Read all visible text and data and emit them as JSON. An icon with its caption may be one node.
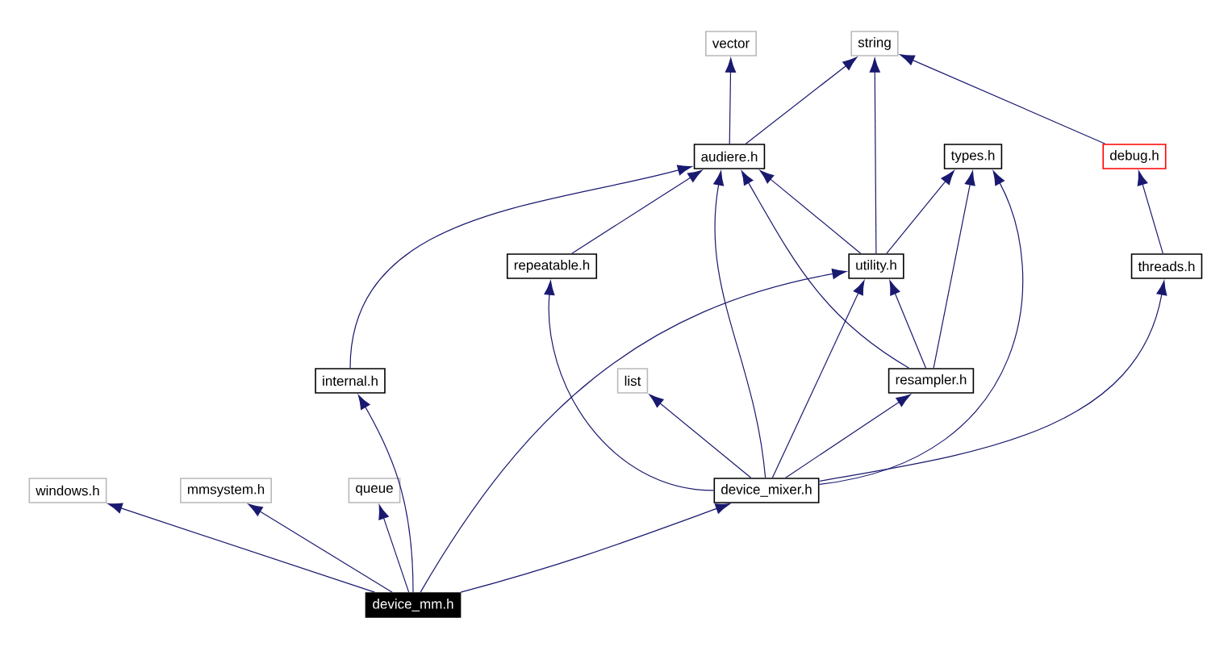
{
  "diagram": {
    "nodes": [
      {
        "text": [
          "vector"
        ]
      },
      {
        "text": [
          "string"
        ]
      },
      {
        "text": [
          "audiere.h"
        ]
      },
      {
        "text": [
          "types.h"
        ]
      },
      {
        "text": [
          "debug.h"
        ]
      },
      {
        "text": [
          "repeatable.h"
        ]
      },
      {
        "text": [
          "utility.h"
        ]
      },
      {
        "text": [
          "threads.h"
        ]
      },
      {
        "text": [
          "internal.h"
        ]
      },
      {
        "text": [
          "list"
        ]
      },
      {
        "text": [
          "resampler.h"
        ]
      },
      {
        "text": [
          "windows.h"
        ]
      },
      {
        "text": [
          "mmsystem.h"
        ]
      },
      {
        "text": [
          "queue"
        ]
      },
      {
        "text": [
          "device_mixer.h"
        ]
      },
      {
        "text": [
          "device_mm.h"
        ]
      }
    ],
    "edges": [
      {
        "from": 2,
        "to": 0,
        "arrow": "to"
      },
      {
        "from": 2,
        "to": 1,
        "arrow": "to"
      },
      {
        "from": 6,
        "to": 1,
        "arrow": "to"
      },
      {
        "from": 4,
        "to": 1,
        "arrow": "to"
      },
      {
        "from": 5,
        "to": 2,
        "arrow": "to"
      },
      {
        "from": 6,
        "to": 2,
        "arrow": "to"
      },
      {
        "from": 8,
        "to": 2,
        "arrow": "to"
      },
      {
        "from": 14,
        "to": 2,
        "arrow": "to"
      },
      {
        "from": 10,
        "to": 2,
        "arrow": "to"
      },
      {
        "from": 6,
        "to": 3,
        "arrow": "to"
      },
      {
        "from": 10,
        "to": 3,
        "arrow": "to"
      },
      {
        "from": 14,
        "to": 3,
        "arrow": "to"
      },
      {
        "from": 7,
        "to": 4,
        "arrow": "to"
      },
      {
        "from": 15,
        "to": 6,
        "arrow": "to"
      },
      {
        "from": 14,
        "to": 6,
        "arrow": "to"
      },
      {
        "from": 10,
        "to": 6,
        "arrow": "to"
      },
      {
        "from": 14,
        "to": 5,
        "arrow": "to"
      },
      {
        "from": 14,
        "to": 9,
        "arrow": "to"
      },
      {
        "from": 14,
        "to": 10,
        "arrow": "to"
      },
      {
        "from": 14,
        "to": 7,
        "arrow": "to"
      },
      {
        "from": 15,
        "to": 8,
        "arrow": "to"
      },
      {
        "from": 15,
        "to": 11,
        "arrow": "to"
      },
      {
        "from": 15,
        "to": 12,
        "arrow": "to"
      },
      {
        "from": 15,
        "to": 13,
        "arrow": "to"
      },
      {
        "from": 15,
        "to": 14,
        "arrow": "to"
      }
    ]
  }
}
